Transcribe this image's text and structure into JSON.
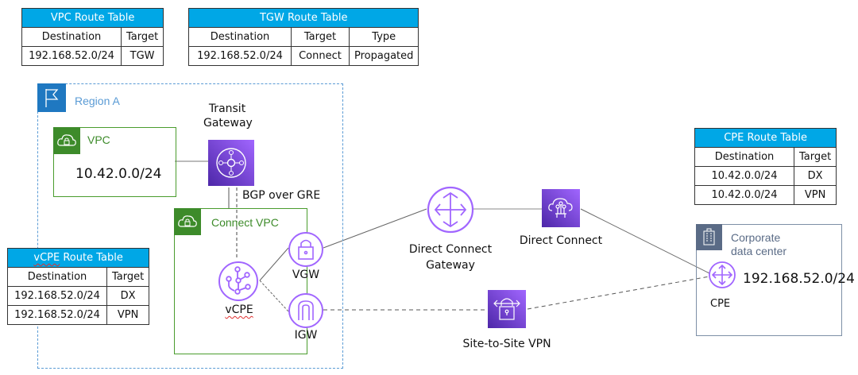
{
  "tables": {
    "vpc": {
      "title": "VPC Route Table",
      "headers": [
        "Destination",
        "Target"
      ],
      "rows": [
        [
          "192.168.52.0/24",
          "TGW"
        ]
      ]
    },
    "tgw": {
      "title": "TGW Route Table",
      "headers": [
        "Destination",
        "Target",
        "Type"
      ],
      "rows": [
        [
          "192.168.52.0/24",
          "Connect",
          "Propagated"
        ]
      ]
    },
    "vcpe": {
      "title_prefix": "vCPE",
      "title_suffix": " Route Table",
      "headers": [
        "Destination",
        "Target"
      ],
      "rows": [
        [
          "192.168.52.0/24",
          "DX"
        ],
        [
          "192.168.52.0/24",
          "VPN"
        ]
      ]
    },
    "cpe": {
      "title": "CPE Route Table",
      "headers": [
        "Destination",
        "Target"
      ],
      "rows": [
        [
          "10.42.0.0/24",
          "DX"
        ],
        [
          "10.42.0.0/24",
          "VPN"
        ]
      ]
    }
  },
  "region": {
    "label": "Region A"
  },
  "vpc": {
    "label": "VPC",
    "cidr": "10.42.0.0/24"
  },
  "transit_gateway": {
    "label_line1": "Transit",
    "label_line2": "Gateway"
  },
  "bgp_label": "BGP over GRE",
  "connect_vpc": {
    "label": "Connect VPC"
  },
  "vcpe": {
    "label": "vCPE"
  },
  "vgw": {
    "label": "VGW"
  },
  "igw": {
    "label": "IGW"
  },
  "dx_gateway": {
    "label_line1": "Direct Connect",
    "label_line2": "Gateway"
  },
  "direct_connect": {
    "label": "Direct Connect"
  },
  "vpn": {
    "label": "Site-to-Site VPN"
  },
  "corporate": {
    "label_line1": "Corporate",
    "label_line2": "data center",
    "cidr": "192.168.52.0/24",
    "cpe_label": "CPE"
  },
  "colors": {
    "table_header": "#00a7e6",
    "vpc_green": "#3d8b2a",
    "region_blue": "#1f78c1",
    "purple": "#8c4fff"
  }
}
